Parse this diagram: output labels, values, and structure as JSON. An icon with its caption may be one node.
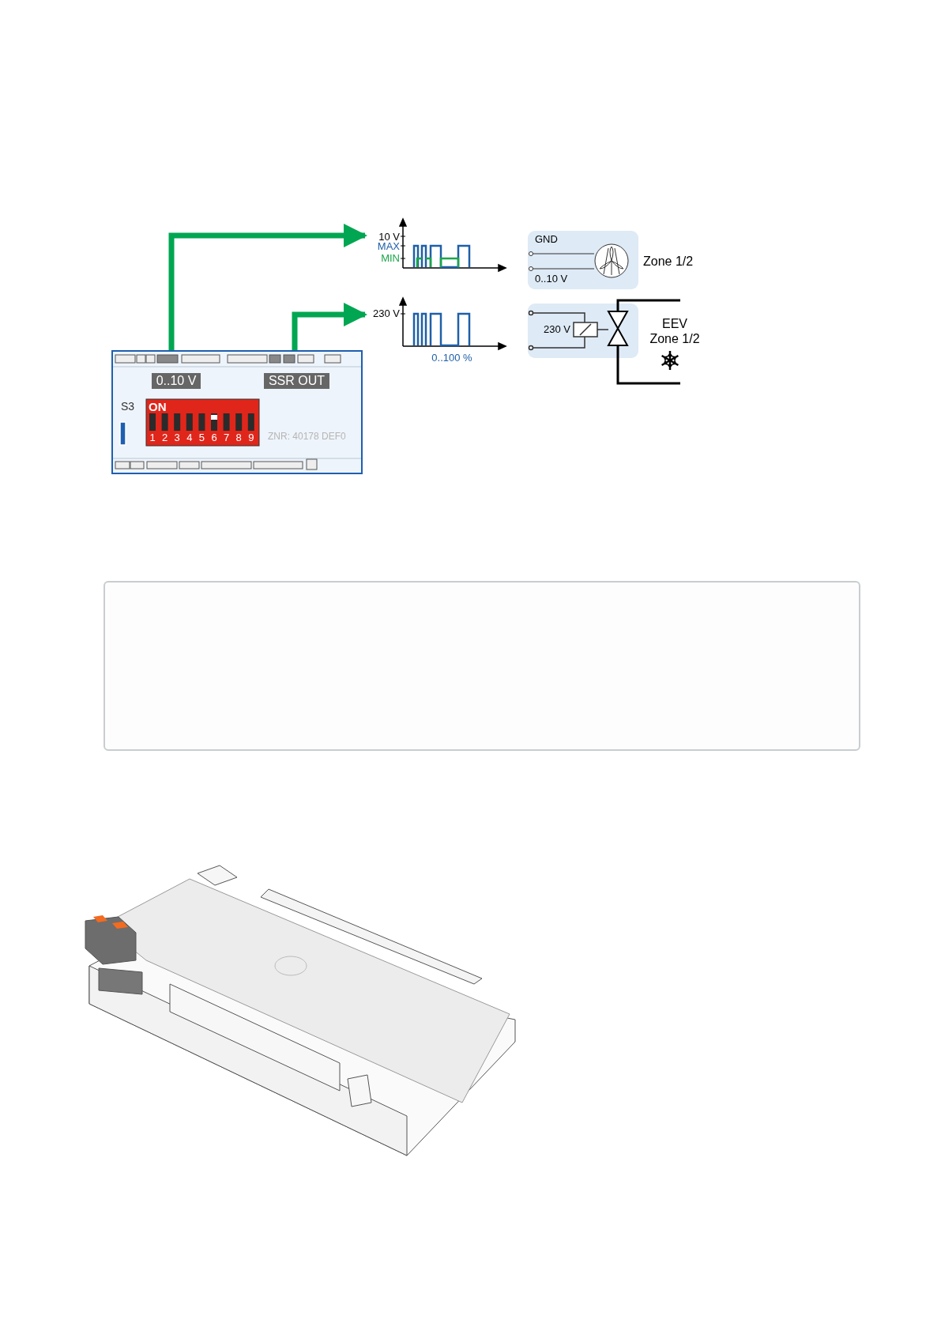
{
  "diagram": {
    "nodes": [
      {
        "text": [],
        "shape": "box"
      },
      {
        "text": [
          "0..10 V"
        ],
        "in": 0
      },
      {
        "text": [
          "SSR OUT"
        ],
        "in": 0
      },
      {
        "text": [
          "10 V",
          "MAX",
          "MIN"
        ]
      },
      {
        "text": [
          "230 V",
          "0..100 %"
        ]
      },
      {
        "text": [
          "GND",
          "0..10 V"
        ],
        "beside": [
          "Zone 1/2"
        ]
      },
      {
        "text": [
          "230 V"
        ],
        "beside": [
          "EEV Zone 1/2"
        ]
      }
    ],
    "edges": [
      {
        "from": 0,
        "to": 3,
        "arrow": "to"
      },
      {
        "from": 0,
        "to": 4,
        "arrow": "to"
      }
    ],
    "labels": [
      "S3",
      "ON",
      "1",
      "2",
      "3",
      "4",
      "5",
      "6",
      "7",
      "8",
      "9",
      "ZNR: 40178 DEF0"
    ]
  }
}
